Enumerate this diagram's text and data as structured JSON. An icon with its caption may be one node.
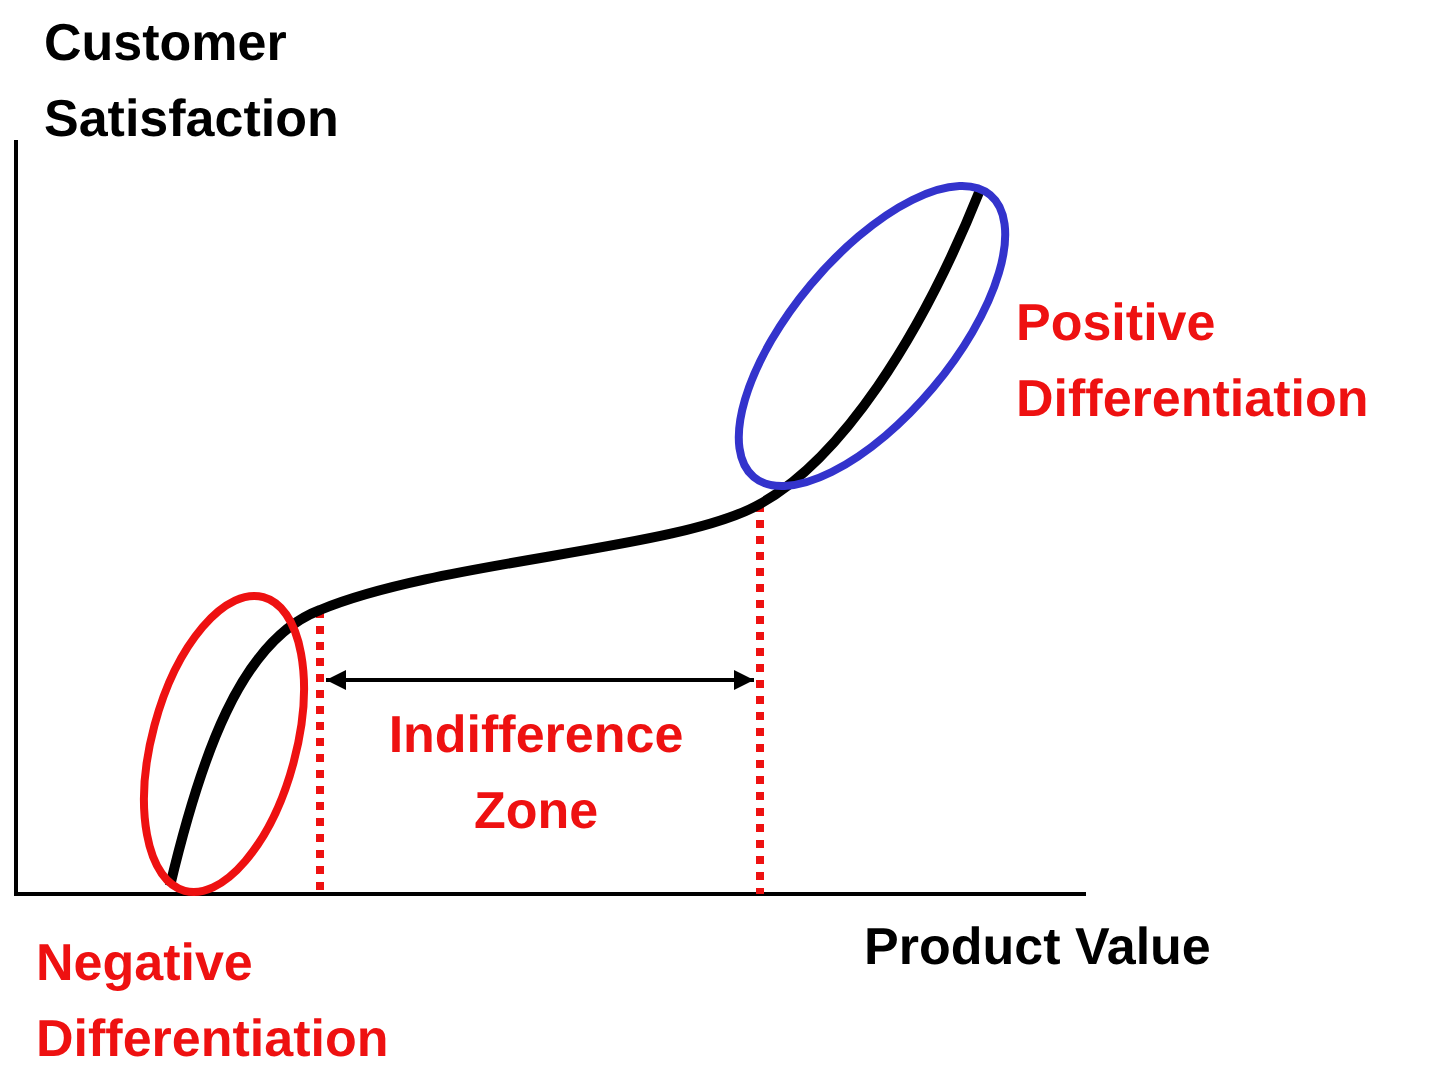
{
  "diagram": {
    "labels": [
      "Customer Satisfaction",
      "Positive Differentiation",
      "Indifference Zone",
      "Product Value",
      "Negative Differentiation"
    ]
  }
}
